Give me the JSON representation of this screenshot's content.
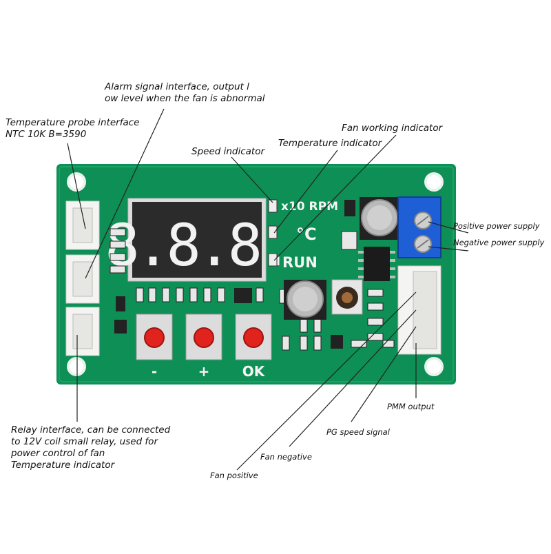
{
  "board": {
    "silkscreen_rpm": "x10 RPM",
    "silkscreen_celsius": "°C",
    "silkscreen_run": "RUN",
    "button_minus": "-",
    "button_plus": "+",
    "button_ok": "OK",
    "display_digits": "8.8.8.",
    "colors": {
      "pcb": "#0e8f55",
      "display": "#2b2b2b",
      "segment": "#f2f2f2",
      "terminal": "#1f5fd6",
      "button_cap": "#e0231d",
      "connector": "#f4f4f2"
    }
  },
  "callouts": {
    "alarm": "Alarm signal interface, output l\now level when the fan is abnormal",
    "probe": "Temperature probe interface\nNTC 10K B=3590",
    "fan_working": "Fan working indicator",
    "temperature": "Temperature indicator",
    "speed": "Speed indicator",
    "positive_supply": "Positive power supply",
    "negative_supply": "Negative power supply",
    "pmm": "PMM output",
    "pg": "PG speed signal",
    "fan_negative": "Fan negative",
    "fan_positive": "Fan positive",
    "relay": "Relay interface, can be connected\nto 12V coil small relay, used for\npower control of fan\nTemperature indicator"
  }
}
